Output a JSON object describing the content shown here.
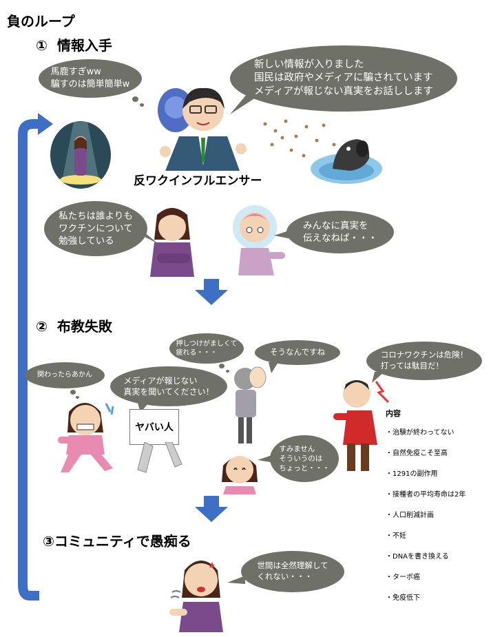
{
  "page_title": "負のループ",
  "sections": [
    {
      "label": "①  情報入手"
    },
    {
      "label": "②  布教失敗"
    },
    {
      "label": "③コミュニティで愚痴る"
    }
  ],
  "bubbles": {
    "baka": "馬鹿すぎww\n騙すのは簡単簡単w",
    "influencer": "新しい情報が入りました\n国民は政府やメディアに騙されています\nメディアが報じない真実をお話しします",
    "study": "私たちは誰よりも\nワクチンについて\n勉強している",
    "truth": "みんなに真実を\n伝えなねば・・・",
    "oshitsuke": "押しつけがましくて\n疲れる・・・",
    "sounan": "そうなんですね",
    "kakawaru": "関わったらあかん",
    "media": "メディアが報じない\n真実を聞いてください！",
    "corona": "コロナワクチンは危険！\n打っては駄目だ！",
    "sumimasen": "すみません\nそういうのは\nちょっと・・・",
    "seken": "世間は全然理解して\nくれない・・・"
  },
  "caption_influencer": "反ワクインフルエンサー",
  "paper_label": "ヤバい人",
  "content_list": {
    "heading": "内容",
    "items": [
      "・治験が終わってない",
      "・自然免疫こそ至高",
      "・1291の副作用",
      "・接種者の平均寿命は2年",
      "・人口削減計画",
      "・不妊",
      "・DNAを書き換える",
      "・ターボ癌",
      "・免疫低下"
    ]
  },
  "colors": {
    "bubble": "#6f7068",
    "arrow": "#3d6fc7",
    "loop": "#3d6fc7"
  }
}
